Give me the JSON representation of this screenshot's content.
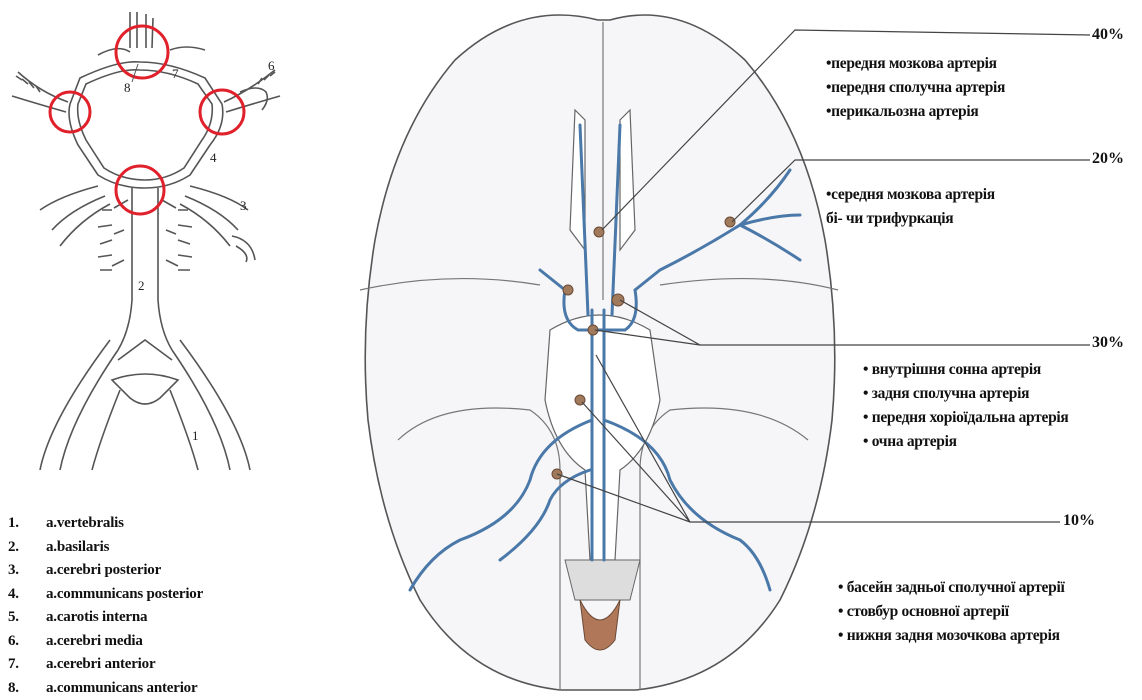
{
  "schematic": {
    "number_labels": [
      "8",
      "7",
      "6",
      "4",
      "3",
      "2",
      "1"
    ]
  },
  "legend": [
    {
      "num": "1.",
      "name": "a.vertebralis"
    },
    {
      "num": "2.",
      "name": "a.basilaris"
    },
    {
      "num": "3.",
      "name": "a.cerebri posterior"
    },
    {
      "num": "4.",
      "name": "a.communicans posterior"
    },
    {
      "num": "5.",
      "name": "a.carotis interna"
    },
    {
      "num": "6.",
      "name": "a.cerebri media"
    },
    {
      "num": "7.",
      "name": "a.cerebri anterior"
    },
    {
      "num": "8.",
      "name": "a.communicans anterior"
    }
  ],
  "callouts": [
    {
      "percent": "40%",
      "items": [
        "•передня мозкова артерія",
        "•передня сполучна артерія",
        "•перикальозна артерія"
      ]
    },
    {
      "percent": "20%",
      "items": [
        "•середня мозкова артерія",
        "бі- чи трифуркація"
      ]
    },
    {
      "percent": "30%",
      "items": [
        "• внутрішня сонна артерія",
        "• задня сполучна артерія",
        "• передня хоріоїдальна артерія",
        "• очна артерія"
      ]
    },
    {
      "percent": "10%",
      "items": [
        "• басейн задньої сполучної артерії",
        "• стовбур основної артерії",
        "• нижня задня мозочкова артерія"
      ]
    }
  ],
  "colors": {
    "highlight_circle": "#e0202a",
    "artery_fill": "#b8d2ec",
    "artery_stroke": "#4a78a8",
    "aneurysm_dot": "#a07a5a",
    "outline": "#555555"
  }
}
